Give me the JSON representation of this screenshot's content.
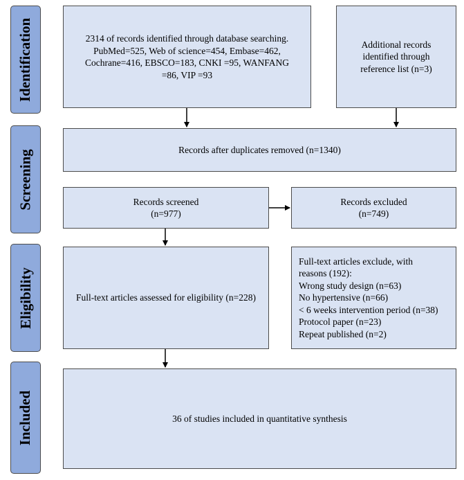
{
  "stages": [
    {
      "id": "identification",
      "label": "Identification"
    },
    {
      "id": "screening",
      "label": "Screening"
    },
    {
      "id": "eligibility",
      "label": "Eligibility"
    },
    {
      "id": "included",
      "label": "Included"
    }
  ],
  "boxes": {
    "database_records": "2314 of records identified through database searching.\nPubMed=525, Web of science=454, Embase=462,\nCochrane=416, EBSCO=183, CNKI =95, WANFANG\n=86, VIP =93",
    "additional_records": "Additional records\nidentified through\nreference list (n=3)",
    "after_duplicates": "Records after duplicates removed (n=1340)",
    "screened": "Records screened\n(n=977)",
    "excluded": "Records excluded\n(n=749)",
    "fulltext_assessed": "Full-text articles assessed for eligibility (n=228)",
    "fulltext_excluded": "Full-text articles exclude, with\nreasons (192):\nWrong study design (n=63)\nNo hypertensive (n=66)\n< 6 weeks intervention period (n=38)\nProtocol paper (n=23)\nRepeat published (n=2)",
    "included": "36 of studies included in quantitative synthesis"
  },
  "colors": {
    "box_fill": "#dae3f3",
    "stage_fill": "#8faadc",
    "border": "#4b4b4b",
    "arrow": "#000000"
  }
}
